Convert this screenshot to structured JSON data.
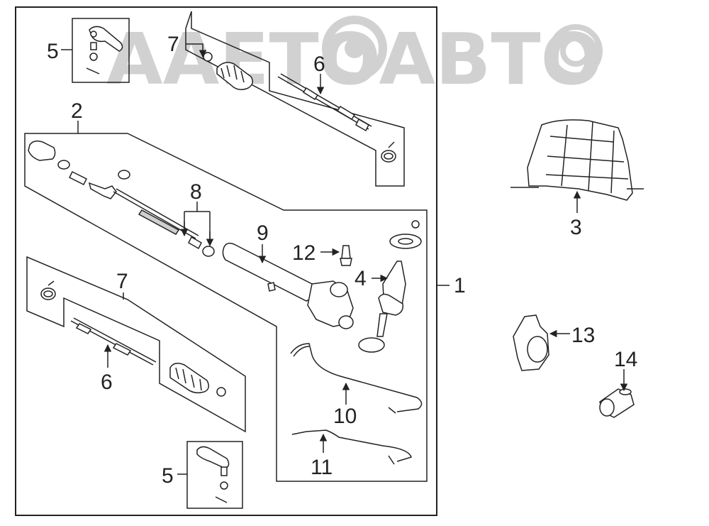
{
  "watermark": {
    "text": "AAETOABTO"
  },
  "callouts": {
    "c1": "1",
    "c2": "2",
    "c3": "3",
    "c4": "4",
    "c5_top": "5",
    "c5_bottom": "5",
    "c6_top": "6",
    "c6_bottom": "6",
    "c7_top": "7",
    "c7_bottom": "7",
    "c8": "8",
    "c9": "9",
    "c10": "10",
    "c11": "11",
    "c12": "12",
    "c13": "13",
    "c14": "14"
  },
  "colors": {
    "line": "#222222",
    "fill": "#ffffff",
    "shade": "#cfcfcf",
    "watermark": "#9a9a9a"
  }
}
